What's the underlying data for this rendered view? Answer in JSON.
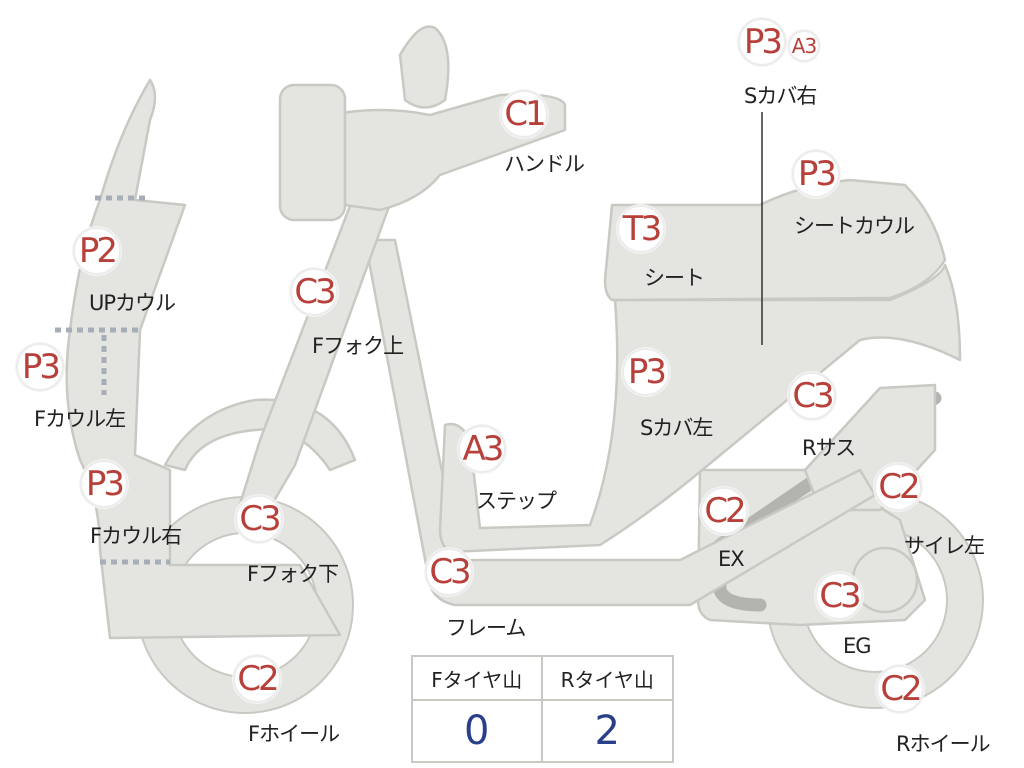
{
  "parts": [
    {
      "id": "handle",
      "grade": "C1",
      "label": "ハンドル"
    },
    {
      "id": "s-cover-right",
      "grade": "P3",
      "sub_grade": "A3",
      "label": "Sカバ右"
    },
    {
      "id": "seat-cowl",
      "grade": "P3",
      "label": "シートカウル"
    },
    {
      "id": "seat",
      "grade": "T3",
      "label": "シート"
    },
    {
      "id": "up-cowl",
      "grade": "P2",
      "label": "UPカウル"
    },
    {
      "id": "f-cowl-left",
      "grade": "P3",
      "label": "Fカウル左"
    },
    {
      "id": "f-cowl-right",
      "grade": "P3",
      "label": "Fカウル右"
    },
    {
      "id": "f-fork-upper",
      "grade": "C3",
      "label": "Fフォク上"
    },
    {
      "id": "f-fork-lower",
      "grade": "C3",
      "label": "Fフォク下"
    },
    {
      "id": "f-wheel",
      "grade": "C2",
      "label": "Fホイール"
    },
    {
      "id": "s-cover-left",
      "grade": "P3",
      "label": "Sカバ左"
    },
    {
      "id": "step",
      "grade": "A3",
      "label": "ステップ"
    },
    {
      "id": "frame",
      "grade": "C3",
      "label": "フレーム"
    },
    {
      "id": "r-suspension",
      "grade": "C3",
      "label": "Rサス"
    },
    {
      "id": "exhaust",
      "grade": "C2",
      "label": "EX"
    },
    {
      "id": "silencer-left",
      "grade": "C2",
      "label": "サイレ左"
    },
    {
      "id": "engine",
      "grade": "C3",
      "label": "EG"
    },
    {
      "id": "r-wheel",
      "grade": "C2",
      "label": "Rホイール"
    }
  ],
  "tire_tread": {
    "front_label": "Fタイヤ山",
    "front_value": "0",
    "rear_label": "Rタイヤ山",
    "rear_value": "2"
  },
  "colors": {
    "part_fill": "#e4e4e0",
    "part_stroke": "#c9c9c4",
    "grade_text": "#b8403a",
    "tread_value": "#2a3f8a"
  }
}
